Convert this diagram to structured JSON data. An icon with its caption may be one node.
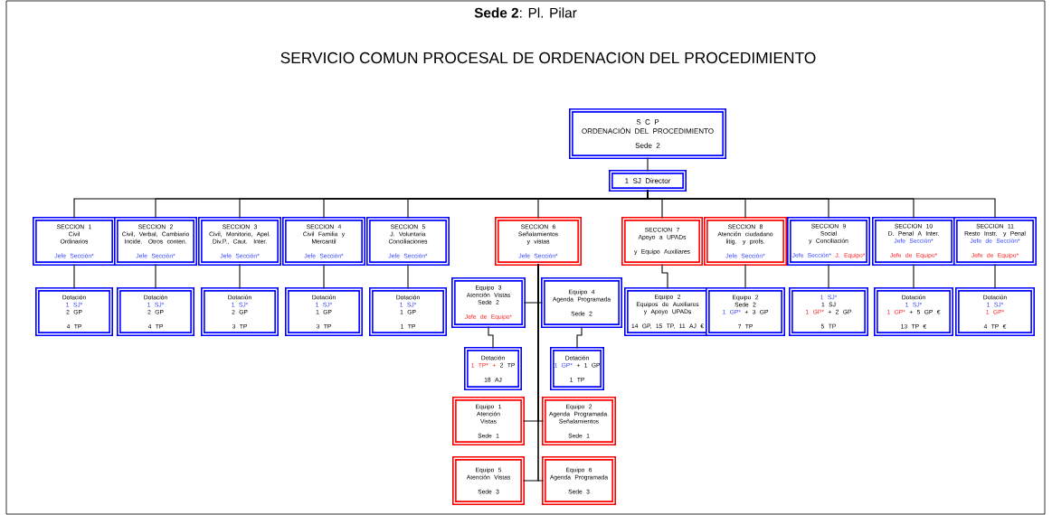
{
  "diagram": {
    "title": "SERVICIO COMUN PROCESAL DE ORDENACION DEL PROCEDIMIENTO",
    "labels": [
      "**Sede 2**: Pl. Pilar"
    ],
    "nodes": [
      {
        "text": [
          "S C P",
          "ORDENACIÓN DEL PROCEDIMIENTO",
          "Sede 2"
        ]
      },
      {
        "text": [
          "1 SJ Director"
        ]
      },
      {
        "text": [
          "SECCION 1",
          "Civil",
          "Ordinarios",
          "Jefe Sección*"
        ]
      },
      {
        "text": [
          "Dotación",
          "1 SJ*",
          "2 GP",
          "4 TP"
        ]
      },
      {
        "text": [
          "SECCION 2",
          "Civil, Verbal, Cambiario",
          "Incide. Otros conten.",
          "Jefe Sección*"
        ]
      },
      {
        "text": [
          "Dotación",
          "1 SJ*",
          "2 GP",
          "4 TP"
        ]
      },
      {
        "text": [
          "SECCION 3",
          "Civil, Monitorio, Apel.",
          "Div.P., Caut. Inter.",
          "Jefe Sección*"
        ]
      },
      {
        "text": [
          "Dotación",
          "1 SJ*",
          "2 GP",
          "3 TP"
        ]
      },
      {
        "text": [
          "SECCION 4",
          "Civil Familia y",
          "Mercantil",
          "Jefe Sección*"
        ]
      },
      {
        "text": [
          "Dotación",
          "1 SJ*",
          "1 GP",
          "3 TP"
        ]
      },
      {
        "text": [
          "SECCION 5",
          "J. Voluntaria",
          "Conciliaciones",
          "Jefe Sección*"
        ]
      },
      {
        "text": [
          "Dotación",
          "1 SJ*",
          "1 GP",
          "1 TP"
        ]
      },
      {
        "text": [
          "SECCION 6",
          "Señalamientos",
          "y vistas",
          "Jefe Sección*"
        ]
      },
      {
        "text": [
          "Equipo 3",
          "Atención Vistas",
          "Sede 2",
          "Jefe de Equipo*"
        ]
      },
      {
        "text": [
          "Equipo 4",
          "Agenda Programada",
          "Sede 2"
        ]
      },
      {
        "text": [
          "Dotación",
          "1 TP* +",
          "2 TP",
          "18 AJ"
        ]
      },
      {
        "text": [
          "Dotación",
          "1 GP*",
          "+ 1 GP",
          "1 TP"
        ]
      },
      {
        "text": [
          "Equipo 1",
          "Atención",
          "Vistas",
          "Sede 1"
        ]
      },
      {
        "text": [
          "Equipo 2",
          "Agenda Programada.",
          "Señalamientos",
          "Sede 1"
        ]
      },
      {
        "text": [
          "Equipo 5",
          "Atención Vistas",
          "Sede 3"
        ]
      },
      {
        "text": [
          "Equipo 6",
          "Agenda Programada",
          "Sede 3"
        ]
      },
      {
        "text": [
          "SECCION 7",
          "Apoyo a UPADs",
          "y Equipo Auxiliares"
        ]
      },
      {
        "text": [
          "Equipo 2",
          "Equipos de Auxiliares",
          "y Apoyo UPADs",
          "14 GP, 15 TP, 11 AJ €"
        ]
      },
      {
        "text": [
          "SECCION 8",
          "Atención ciudadano",
          "litig. y profs.",
          "Jefe Sección*"
        ]
      },
      {
        "text": [
          "Equipo 2",
          "Sede 2",
          "1 GP*",
          "+ 3 GP",
          "7 TP"
        ]
      },
      {
        "text": [
          "SECCION 9",
          "Social",
          "y Conciliación",
          "Jefe Sección*",
          "J. Equipo*"
        ]
      },
      {
        "text": [
          "1 SJ*",
          "1 SJ",
          "1 GP*",
          "+ 2 GP",
          "5 TP"
        ]
      },
      {
        "text": [
          "SECCION 10",
          "D. Penal A Inter.",
          "Jefe Sección*",
          "Jefe de Equipo*"
        ]
      },
      {
        "text": [
          "Dotación",
          "1 SJ*",
          "1 GP*",
          "+ 5 GP €",
          "13 TP €"
        ]
      },
      {
        "text": [
          "SECCION 11",
          "Resto Instr. y Penal",
          "Jefe de Sección*",
          "Jefe de Equipo*"
        ]
      },
      {
        "text": [
          "Dotación",
          "1 SJ*",
          "1 GP*",
          "4 TP €"
        ]
      }
    ],
    "edges": [
      {
        "from": 0,
        "to": 1,
        "arrow": "none"
      },
      {
        "from": 1,
        "to": 2,
        "arrow": "none"
      },
      {
        "from": 1,
        "to": 4,
        "arrow": "none"
      },
      {
        "from": 1,
        "to": 6,
        "arrow": "none"
      },
      {
        "from": 1,
        "to": 8,
        "arrow": "none"
      },
      {
        "from": 1,
        "to": 10,
        "arrow": "none"
      },
      {
        "from": 1,
        "to": 12,
        "arrow": "none"
      },
      {
        "from": 1,
        "to": 21,
        "arrow": "none"
      },
      {
        "from": 1,
        "to": 23,
        "arrow": "none"
      },
      {
        "from": 1,
        "to": 25,
        "arrow": "none"
      },
      {
        "from": 1,
        "to": 27,
        "arrow": "none"
      },
      {
        "from": 1,
        "to": 29,
        "arrow": "none"
      },
      {
        "from": 2,
        "to": 3,
        "arrow": "none"
      },
      {
        "from": 4,
        "to": 5,
        "arrow": "none"
      },
      {
        "from": 6,
        "to": 7,
        "arrow": "none"
      },
      {
        "from": 8,
        "to": 9,
        "arrow": "none"
      },
      {
        "from": 10,
        "to": 11,
        "arrow": "none"
      },
      {
        "from": 12,
        "to": 13,
        "arrow": "none"
      },
      {
        "from": 12,
        "to": 14,
        "arrow": "none"
      },
      {
        "from": 12,
        "to": 17,
        "arrow": "none"
      },
      {
        "from": 12,
        "to": 18,
        "arrow": "none"
      },
      {
        "from": 12,
        "to": 19,
        "arrow": "none"
      },
      {
        "from": 12,
        "to": 20,
        "arrow": "none"
      },
      {
        "from": 13,
        "to": 15,
        "arrow": "none"
      },
      {
        "from": 14,
        "to": 16,
        "arrow": "none"
      },
      {
        "from": 21,
        "to": 22,
        "arrow": "none"
      },
      {
        "from": 23,
        "to": 24,
        "arrow": "none"
      },
      {
        "from": 25,
        "to": 26,
        "arrow": "none"
      },
      {
        "from": 27,
        "to": 28,
        "arrow": "none"
      },
      {
        "from": 29,
        "to": 30,
        "arrow": "none"
      }
    ]
  }
}
